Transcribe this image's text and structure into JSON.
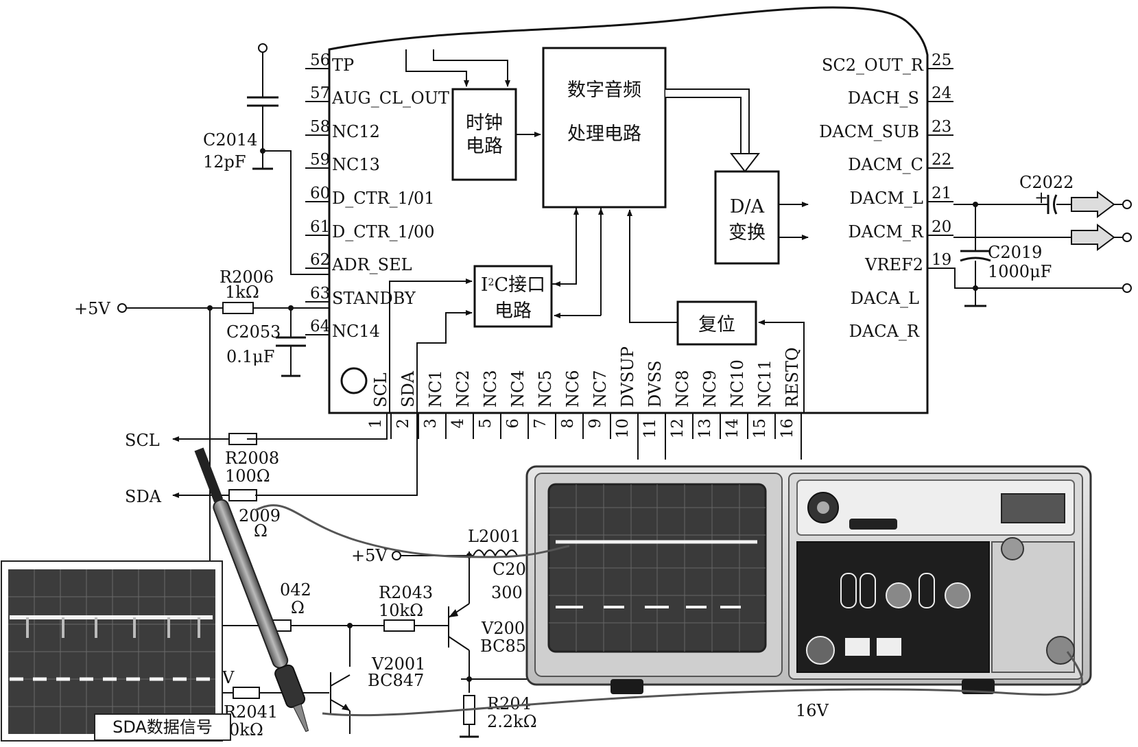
{
  "chip": {
    "left_pins": [
      {
        "num": "56",
        "name": "TP"
      },
      {
        "num": "57",
        "name": "AUG_CL_OUT"
      },
      {
        "num": "58",
        "name": "NC12"
      },
      {
        "num": "59",
        "name": "NC13"
      },
      {
        "num": "60",
        "name": "D_CTR_1/01"
      },
      {
        "num": "61",
        "name": "D_CTR_1/00"
      },
      {
        "num": "62",
        "name": "ADR_SEL"
      },
      {
        "num": "63",
        "name": "STANDBY"
      },
      {
        "num": "64",
        "name": "NC14"
      }
    ],
    "right_pins": [
      {
        "num": "25",
        "name": "SC2_OUT_R"
      },
      {
        "num": "24",
        "name": "DACH_S"
      },
      {
        "num": "23",
        "name": "DACM_SUB"
      },
      {
        "num": "22",
        "name": "DACM_C"
      },
      {
        "num": "21",
        "name": "DACM_L"
      },
      {
        "num": "20",
        "name": "DACM_R"
      },
      {
        "num": "19",
        "name": "VREF2"
      },
      {
        "num": "",
        "name": "DACA_L"
      },
      {
        "num": "",
        "name": "DACA_R"
      }
    ],
    "bottom_pins": [
      {
        "num": "1",
        "name": "SCL"
      },
      {
        "num": "2",
        "name": "SDA"
      },
      {
        "num": "3",
        "name": "NC1"
      },
      {
        "num": "4",
        "name": "NC2"
      },
      {
        "num": "5",
        "name": "NC3"
      },
      {
        "num": "6",
        "name": "NC4"
      },
      {
        "num": "7",
        "name": "NC5"
      },
      {
        "num": "8",
        "name": "NC6"
      },
      {
        "num": "9",
        "name": "NC7"
      },
      {
        "num": "10",
        "name": "DVSUP"
      },
      {
        "num": "11",
        "name": "DVSS"
      },
      {
        "num": "12",
        "name": "NC8"
      },
      {
        "num": "13",
        "name": "NC9"
      },
      {
        "num": "14",
        "name": "NC10"
      },
      {
        "num": "15",
        "name": "NC11"
      },
      {
        "num": "16",
        "name": "RESTQ"
      }
    ],
    "blocks": {
      "clock_line1": "时钟",
      "clock_line2": "电路",
      "dsp_line1": "数字音频",
      "dsp_line2": "处理电路",
      "da_line1": "D/A",
      "da_line2": "变换",
      "i2c_sup": "2",
      "i2c_line1_a": "I",
      "i2c_line1_b": "C接口",
      "i2c_line2": "电路",
      "reset": "复位"
    }
  },
  "components": {
    "c2014_name": "C2014",
    "c2014_value": "12pF",
    "r2006_name": "R2006",
    "r2006_value": "1kΩ",
    "plus5v_left": "+5V",
    "c2053_name": "C2053",
    "c2053_value": "0.1μF",
    "scl_label": "SCL",
    "sda_label": "SDA",
    "r2008_name": "R2008",
    "r2008_value": "100Ω",
    "r2009_partial": "2009",
    "r2009_value_partial": "Ω",
    "r2042_partial": "042",
    "r2042_value_partial": "Ω",
    "r2043_name": "R2043",
    "r2043_value": "10kΩ",
    "l2001_name": "L2001",
    "plus5v_mid": "+5V",
    "c20_partial": "C20",
    "c20_value_partial": "300",
    "v2001_name": "V2001",
    "v2001_type": "BC847",
    "v200_partial": "V200",
    "bc85_partial": "BC85",
    "r2041_name": "R2041",
    "r2041_value_partial": "0kΩ",
    "v_partial": "V",
    "r204_partial": "R204",
    "r204_value_partial": "2.2kΩ",
    "sixteen_v_partial": "16V",
    "c2022_name": "C2022",
    "c2022_plus": "+",
    "c2019_name": "C2019",
    "c2019_value": "1000μF"
  },
  "inset": {
    "caption": "SDA数据信号"
  }
}
